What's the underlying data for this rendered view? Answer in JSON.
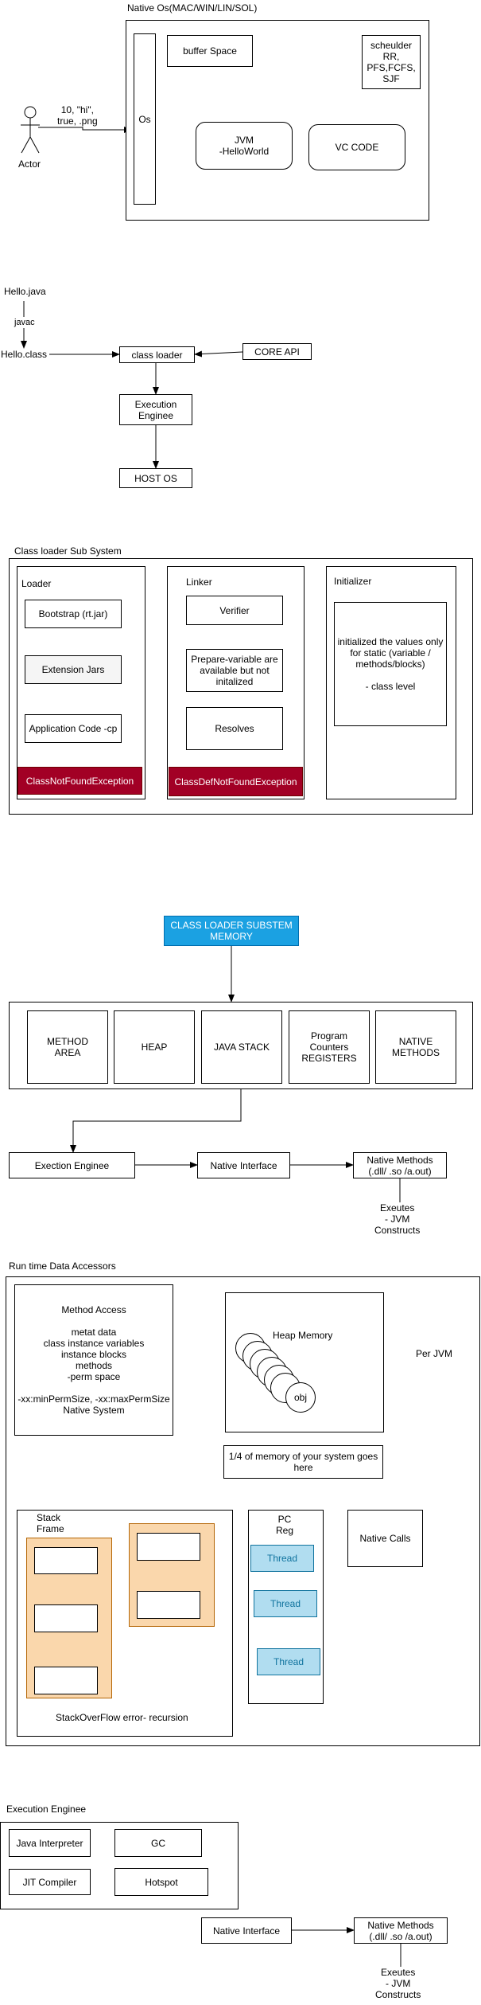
{
  "section1": {
    "title": "Native Os(MAC/WIN/LIN/SOL)",
    "os_label": "Os",
    "buffer": "buffer Space",
    "jvm": "JVM\n-HelloWorld",
    "vscode": "VC CODE",
    "scheduler": "scheulder\nRR,\nPFS,FCFS,\nSJF",
    "actor": "Actor",
    "input": "10, \"hi\",\ntrue, .png"
  },
  "section2": {
    "hello_java": "Hello.java",
    "javac": "javac",
    "hello_class": "Hello.class",
    "class_loader": "class loader",
    "core_api": "CORE API",
    "execution_engine": "Execution\nEnginee",
    "host_os": "HOST OS"
  },
  "section3": {
    "title": "Class loader Sub System",
    "loader": {
      "title": "Loader",
      "items": [
        "Bootstrap (rt.jar)",
        "Extension Jars",
        "Application Code -cp"
      ],
      "exception": "ClassNotFoundException"
    },
    "linker": {
      "title": "Linker",
      "items": [
        "Verifier",
        "Prepare-variable are\navailable but not\ninitalized",
        "Resolves"
      ],
      "exception": "ClassDefNotFoundException"
    },
    "initializer": {
      "title": "Initializer",
      "text": "initialized the values only\nfor static (variable /\nmethods/blocks)\n\n- class level"
    }
  },
  "section4": {
    "header": "CLASS LOADER SUBSTEM\nMEMORY",
    "areas": [
      "METHOD\nAREA",
      "HEAP",
      "JAVA STACK",
      "Program\nCounters\nREGISTERS",
      "NATIVE\nMETHODS"
    ],
    "exec_engine": "Exection Enginee",
    "native_interface": "Native Interface",
    "native_methods": "Native Methods\n(.dll/ .so /a.out)",
    "executes": "Exeutes\n- JVM\nConstructs"
  },
  "section5": {
    "title": "Run time Data Accessors",
    "method_access": "Method Access\n\nmetat data\nclass instance variables\ninstance blocks\nmethods\n-perm space\n\n-xx:minPermSize, -xx:maxPermSize\nNative System",
    "heap_memory": "Heap Memory",
    "obj": "obj",
    "per_jvm": "Per JVM",
    "heap_note": "1/4 of memory of your system goes\nhere",
    "stack_frame": "Stack\nFrame",
    "stack_error": "StackOverFlow error- recursion",
    "pc_reg": "PC\nReg",
    "threads": [
      "Thread",
      "Thread",
      "Thread"
    ],
    "native_calls": "Native Calls"
  },
  "section6": {
    "title": "Execution Enginee",
    "items": [
      "Java Interpreter",
      "GC",
      "JIT Compiler",
      "Hotspot"
    ],
    "native_interface": "Native Interface",
    "native_methods": "Native Methods\n(.dll/ .so /a.out)",
    "executes": "Exeutes\n- JVM\nConstructs"
  }
}
